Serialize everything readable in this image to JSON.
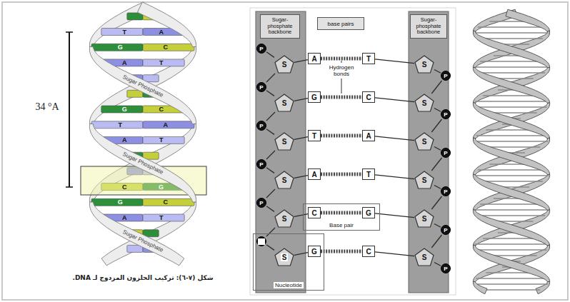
{
  "diagram": {
    "caption": "شكل (٧-٦): تركيب الحلزون المزدوج لـ DNA.",
    "nodes": [
      {
        "text": [
          "Sugar-phosphate backbone"
        ]
      },
      {
        "text": [
          "base pairs"
        ]
      },
      {
        "text": [
          "Sugar-phosphate backbone"
        ]
      },
      {
        "text": [
          "P"
        ]
      },
      {
        "text": [
          "S"
        ]
      },
      {
        "text": [
          "A"
        ]
      },
      {
        "text": [
          "T"
        ]
      },
      {
        "text": [
          "S"
        ]
      },
      {
        "text": [
          "P"
        ]
      },
      {
        "text": [
          "P"
        ]
      },
      {
        "text": [
          "S"
        ]
      },
      {
        "text": [
          "G"
        ]
      },
      {
        "text": [
          "C"
        ]
      },
      {
        "text": [
          "S"
        ]
      },
      {
        "text": [
          "P"
        ]
      },
      {
        "text": [
          "P"
        ]
      },
      {
        "text": [
          "S"
        ]
      },
      {
        "text": [
          "T"
        ]
      },
      {
        "text": [
          "A"
        ]
      },
      {
        "text": [
          "S"
        ]
      },
      {
        "text": [
          "P"
        ]
      },
      {
        "text": [
          "P"
        ]
      },
      {
        "text": [
          "S"
        ]
      },
      {
        "text": [
          "A"
        ]
      },
      {
        "text": [
          "T"
        ]
      },
      {
        "text": [
          "S"
        ]
      },
      {
        "text": [
          "P"
        ]
      },
      {
        "text": [
          "P"
        ]
      },
      {
        "text": [
          "S"
        ]
      },
      {
        "text": [
          "Base pair"
        ]
      },
      {
        "text": [
          "C"
        ],
        "in": 29
      },
      {
        "text": [
          "G"
        ],
        "in": 29
      },
      {
        "text": [
          "S"
        ]
      },
      {
        "text": [
          "P"
        ]
      },
      {
        "text": [
          "Nucleotide"
        ]
      },
      {
        "text": [
          "P"
        ],
        "in": 34
      },
      {
        "text": [
          "S"
        ],
        "in": 34
      },
      {
        "text": [
          "G"
        ],
        "in": 34
      },
      {
        "text": [
          "C"
        ]
      },
      {
        "text": [
          "S"
        ]
      },
      {
        "text": [
          "P"
        ]
      }
    ],
    "edges": [
      {
        "from": 3,
        "to": 4,
        "arrow": "none"
      },
      {
        "from": 4,
        "to": 5,
        "arrow": "none"
      },
      {
        "from": 5,
        "to": 6,
        "arrow": "none"
      },
      {
        "from": 6,
        "to": 7,
        "arrow": "none"
      },
      {
        "from": 7,
        "to": 8,
        "arrow": "none"
      },
      {
        "from": 4,
        "to": 9,
        "arrow": "none"
      },
      {
        "from": 8,
        "to": 13,
        "arrow": "none"
      },
      {
        "from": 9,
        "to": 10,
        "arrow": "none"
      },
      {
        "from": 10,
        "to": 11,
        "arrow": "none"
      },
      {
        "from": 11,
        "to": 12,
        "arrow": "none"
      },
      {
        "from": 12,
        "to": 13,
        "arrow": "none"
      },
      {
        "from": 13,
        "to": 14,
        "arrow": "none"
      },
      {
        "from": 10,
        "to": 15,
        "arrow": "none"
      },
      {
        "from": 14,
        "to": 19,
        "arrow": "none"
      },
      {
        "from": 15,
        "to": 16,
        "arrow": "none"
      },
      {
        "from": 16,
        "to": 17,
        "arrow": "none"
      },
      {
        "from": 17,
        "to": 18,
        "arrow": "none"
      },
      {
        "from": 18,
        "to": 19,
        "arrow": "none"
      },
      {
        "from": 19,
        "to": 20,
        "arrow": "none"
      },
      {
        "from": 16,
        "to": 21,
        "arrow": "none"
      },
      {
        "from": 20,
        "to": 25,
        "arrow": "none"
      },
      {
        "from": 21,
        "to": 22,
        "arrow": "none"
      },
      {
        "from": 22,
        "to": 23,
        "arrow": "none"
      },
      {
        "from": 23,
        "to": 24,
        "arrow": "none"
      },
      {
        "from": 24,
        "to": 25,
        "arrow": "none"
      },
      {
        "from": 25,
        "to": 26,
        "arrow": "none"
      },
      {
        "from": 22,
        "to": 27,
        "arrow": "none"
      },
      {
        "from": 26,
        "to": 32,
        "arrow": "none"
      },
      {
        "from": 27,
        "to": 28,
        "arrow": "none"
      },
      {
        "from": 28,
        "to": 30,
        "arrow": "none"
      },
      {
        "from": 30,
        "to": 31,
        "arrow": "none"
      },
      {
        "from": 31,
        "to": 32,
        "arrow": "none"
      },
      {
        "from": 32,
        "to": 33,
        "arrow": "none"
      },
      {
        "from": 28,
        "to": 35,
        "arrow": "none"
      },
      {
        "from": 33,
        "to": 39,
        "arrow": "none"
      },
      {
        "from": 35,
        "to": 36,
        "arrow": "none"
      },
      {
        "from": 36,
        "to": 37,
        "arrow": "none"
      },
      {
        "from": 37,
        "to": 38,
        "arrow": "none"
      },
      {
        "from": 38,
        "to": 39,
        "arrow": "none"
      },
      {
        "from": 39,
        "to": 40,
        "arrow": "none"
      }
    ],
    "labels": [
      "34 °A",
      "T",
      "A",
      "G",
      "C",
      "A",
      "T",
      "G",
      "C",
      "T",
      "A",
      "A",
      "T",
      "C",
      "G",
      "G",
      "C",
      "A",
      "T",
      "Sugar Phosphate",
      "Sugar Phosphate",
      "Sugar Phosphate",
      "Hydrogen bonds"
    ]
  }
}
